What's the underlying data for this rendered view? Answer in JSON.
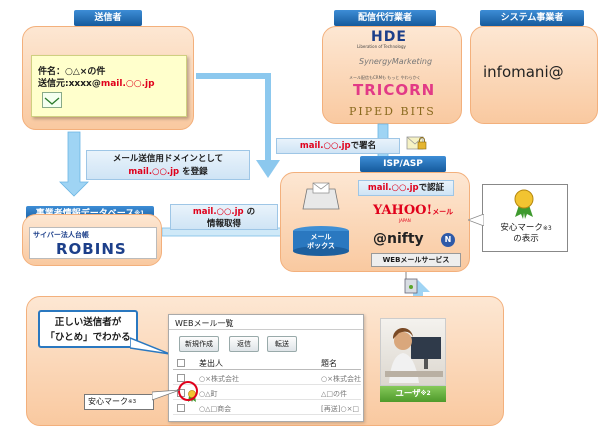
{
  "headers": {
    "sender": "送信者",
    "delivery_agent": "配信代行業者",
    "system_vendor": "システム事業者",
    "company_db": "事業者情報データベース",
    "company_db_sup": "※1",
    "isp_asp": "ISP/ASP"
  },
  "sender_card": {
    "subject": "件名：○△×の件",
    "from_prefix": "送信元:xxxx@",
    "from_domain": "mail.○○.jp"
  },
  "delivery_logos": [
    "HDE",
    "SynergyMarketing",
    "TRICORN",
    "PIPED BITS"
  ],
  "logo_small": {
    "hde_sub": "Liberation of Technology",
    "tricorn_sub": "メール配信もCRMも もっと やわらかく"
  },
  "system_logo": "infomani@",
  "register_callout": {
    "line1": "メール送信用ドメインとして",
    "domain": "mail.○○.jp",
    "suffix": " を登録"
  },
  "sign_callout": {
    "domain": "mail.○○.jp",
    "suffix": "で署名"
  },
  "info_callout": {
    "domain": "mail.○○.jp",
    "suffix": " の",
    "line2": "情報取得"
  },
  "auth_callout": {
    "domain": "mail.○○.jp",
    "suffix": "で認証"
  },
  "robins": {
    "caption": "サイバー法人台帳",
    "name": "ROBINS"
  },
  "mailbox": "メール\nボックス",
  "isp_logos": {
    "yahoo": "YAHOO!",
    "yahoo_sub": "JAPAN",
    "yahoo_mail": "メール",
    "nifty": "@nifty"
  },
  "webmail_service": "WEBメールサービス",
  "badge_callout": {
    "line1": "安心マーク",
    "sup": "※3",
    "line2": "の表示"
  },
  "bottom_callout": "正しい送信者が\n「ひとめ」でわかる",
  "webmail": {
    "title": "WEBメール一覧",
    "buttons": [
      "新規作成",
      "返信",
      "転送"
    ],
    "col_sender": "差出人",
    "col_subject": "題名",
    "rows": [
      {
        "sender": "○×株式会社",
        "subject": "○×株式会社"
      },
      {
        "sender": "○△町",
        "subject": "△□の件"
      },
      {
        "sender": "○△□商会",
        "subject": "[再送]○×□"
      }
    ]
  },
  "anshin_label": {
    "text": "安心マーク",
    "sup": "※3"
  },
  "user_label": {
    "text": "ユーザ",
    "sup": "※2"
  },
  "colors": {
    "header_blue": "#1f6bb3",
    "red": "#e0001b",
    "panel_orange": "#f9c9a0",
    "user_green": "#5aa52a"
  }
}
